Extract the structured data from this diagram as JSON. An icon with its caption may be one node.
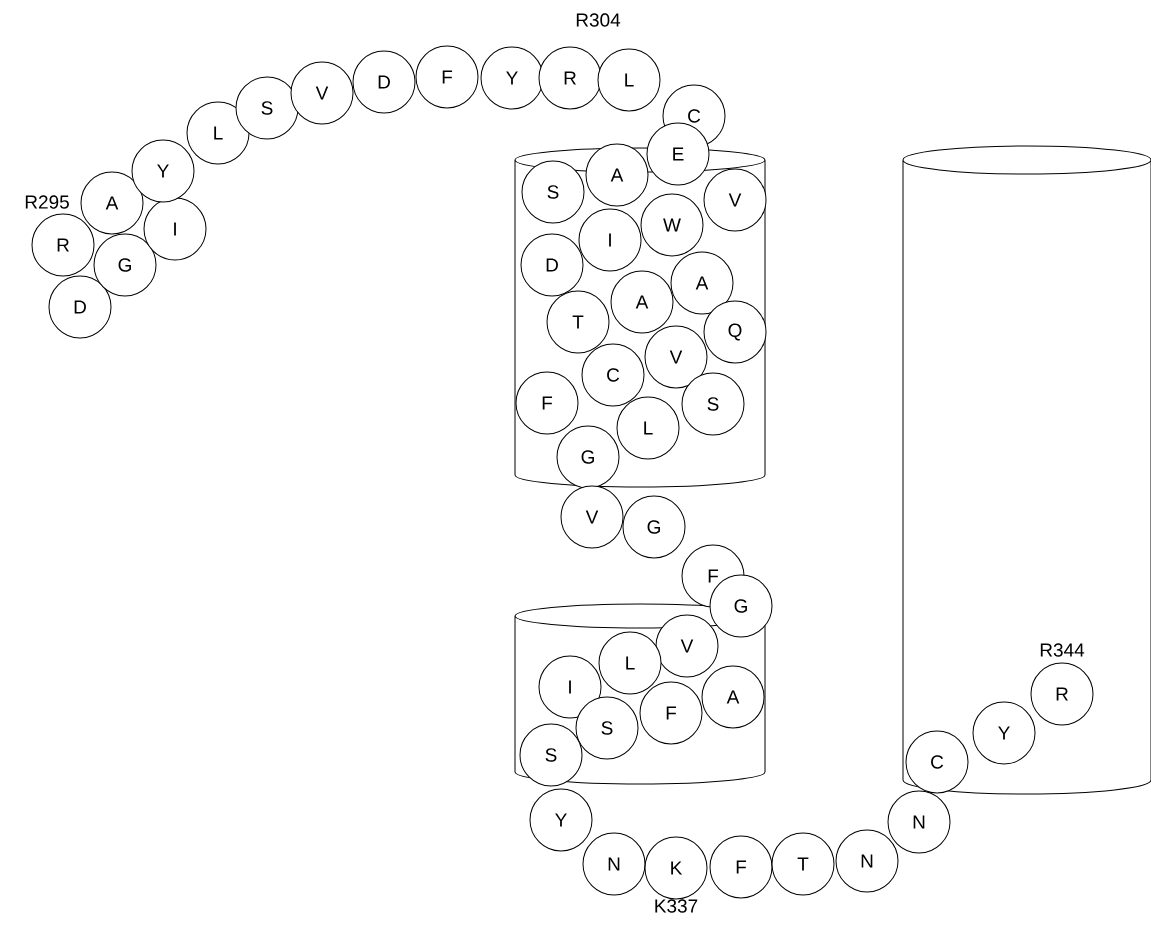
{
  "diagram": {
    "nodes": [
      {
        "text": [
          "D"
        ]
      },
      {
        "text": [
          "R"
        ],
        "beside": [
          "R295"
        ]
      },
      {
        "text": [
          "G"
        ]
      },
      {
        "text": [
          "A"
        ]
      },
      {
        "text": [
          "I"
        ]
      },
      {
        "text": [
          "Y"
        ]
      },
      {
        "text": [
          "L"
        ]
      },
      {
        "text": [
          "S"
        ]
      },
      {
        "text": [
          "V"
        ]
      },
      {
        "text": [
          "D"
        ]
      },
      {
        "text": [
          "F"
        ]
      },
      {
        "text": [
          "Y"
        ]
      },
      {
        "text": [
          "R"
        ],
        "beside": [
          "R304"
        ]
      },
      {
        "text": [
          "L"
        ]
      },
      {
        "text": [
          "C"
        ]
      },
      {
        "text": [
          "E"
        ]
      },
      {
        "text": [
          "A"
        ]
      },
      {
        "text": [
          "S"
        ]
      },
      {
        "text": [
          "V"
        ]
      },
      {
        "text": [
          "W"
        ]
      },
      {
        "text": [
          "I"
        ]
      },
      {
        "text": [
          "D"
        ]
      },
      {
        "text": [
          "A"
        ]
      },
      {
        "text": [
          "A"
        ]
      },
      {
        "text": [
          "T"
        ]
      },
      {
        "text": [
          "Q"
        ]
      },
      {
        "text": [
          "V"
        ]
      },
      {
        "text": [
          "C"
        ]
      },
      {
        "text": [
          "F"
        ]
      },
      {
        "text": [
          "S"
        ]
      },
      {
        "text": [
          "L"
        ]
      },
      {
        "text": [
          "G"
        ]
      },
      {
        "text": [
          "V"
        ]
      },
      {
        "text": [
          "G"
        ]
      },
      {
        "text": [
          "F"
        ]
      },
      {
        "text": [
          "G"
        ]
      },
      {
        "text": [
          "V"
        ]
      },
      {
        "text": [
          "L"
        ]
      },
      {
        "text": [
          "I"
        ]
      },
      {
        "text": [
          "A"
        ]
      },
      {
        "text": [
          "F"
        ]
      },
      {
        "text": [
          "S"
        ]
      },
      {
        "text": [
          "S"
        ]
      },
      {
        "text": [
          "Y"
        ]
      },
      {
        "text": [
          "N"
        ]
      },
      {
        "text": [
          "K"
        ],
        "beside": [
          "K337"
        ]
      },
      {
        "text": [
          "F"
        ]
      },
      {
        "text": [
          "T"
        ]
      },
      {
        "text": [
          "N"
        ]
      },
      {
        "text": [
          "N"
        ]
      },
      {
        "text": [
          "C"
        ]
      },
      {
        "text": [
          "Y"
        ]
      },
      {
        "text": [
          "R"
        ],
        "beside": [
          "R344"
        ]
      }
    ]
  }
}
